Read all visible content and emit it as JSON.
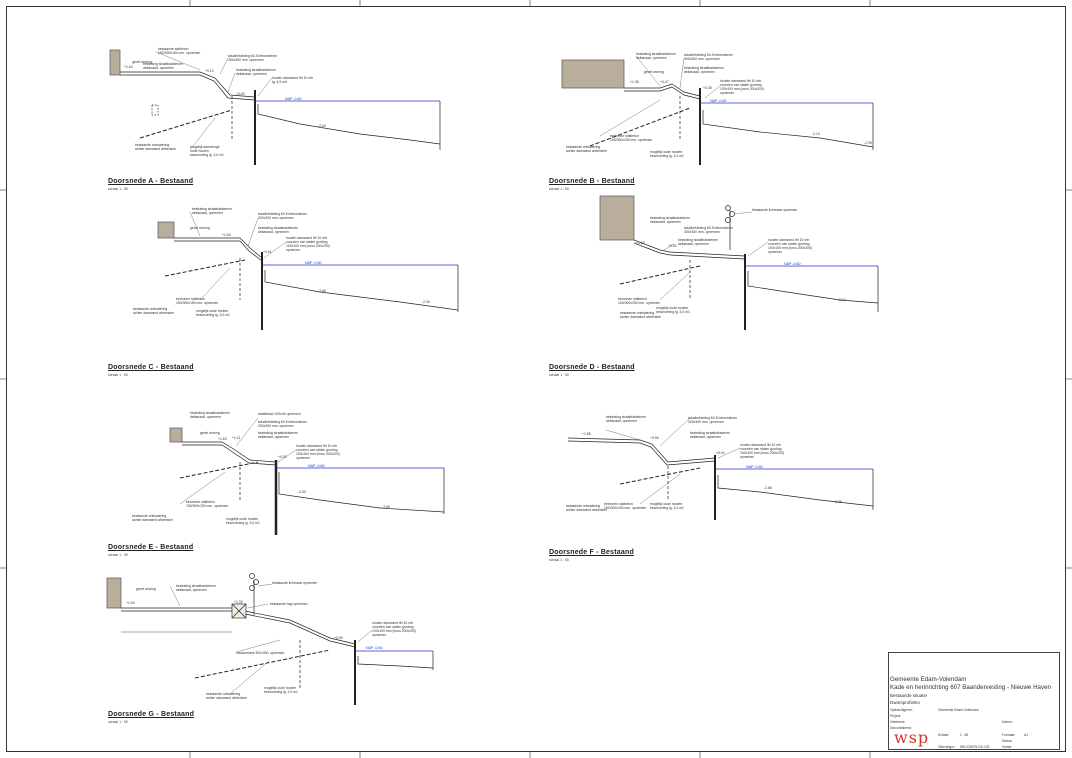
{
  "sections": [
    {
      "id": "A",
      "title": "Doorsnede A - Bestaand",
      "scale": "schaal 1 : 50",
      "labels": [
        "bestaande stalbeton\n150/300x150 mm. opnemen",
        "taludbekleding 60-5 betonstenen\n300x300 mm. opnemen",
        "bestrating straatbakstenen\ndeltanaad, opnemen",
        "bestrating straatbakstenen\ndeltanaad, opnemen",
        "gevel woning",
        "houten damwand lêt 10 mtr\nlg. 4,5 mtr",
        "bestaande ontwatering\nachter damwand afdrenken",
        "mogelijk aanwezige\noude houten\nbeschoeiing lg. 3,0 m1"
      ],
      "levels": [
        "+1.63",
        "+0.10",
        "+0.00",
        "NAP -0.60",
        "-2.60"
      ]
    },
    {
      "id": "B",
      "title": "Doorsnede B - Bestaand",
      "scale": "schaal 1 : 50",
      "labels": [
        "bestrating straatbakstenen\ndeltanaad, opnemen",
        "taludbekleding 60-5 betonstenen\n300x300 mm. opnemen",
        "bestrating straatbakstenen\ndeltanaad, opnemen",
        "gevel woning",
        "houten damwand lêt 10 mtr\nvoorzien van stalen gording\n100x100 mm (ivrus 200x200)\nopnemen",
        "betonnen stalbeton\n150/300x150 mm. opnemen",
        "bestaande ontwatering\nachter damwand afdrenken",
        "mogelijk oude houten\nbeschoeiing lg. 3,0 m1"
      ],
      "levels": [
        "+1.36",
        "+0.47",
        "+0.38",
        "NAP -0.60",
        "-2.13",
        "-2.95"
      ]
    },
    {
      "id": "C",
      "title": "Doorsnede C - Bestaand",
      "scale": "schaal 1 : 50",
      "labels": [
        "bestrating straatbakstenen\ndeltanaad, opnemen",
        "taludbekleding 60-5 betonstenen\n300x300 mm. opnemen",
        "gevel woning",
        "bestrating straatbakstenen\ndeltanaad, opnemen",
        "houten damwand lêt 10 mtr\nvoorzien van stalen gording\n100x100 mm (ivrus 200x200)\nopnemen",
        "betonnen stalbeton\n150/300x150 mm. opnemen",
        "bestaande ontwatering\nachter damwand afdrenken",
        "mogelijk oude houten\nbeschoeiing lg. 3,0 m1"
      ],
      "levels": [
        "+1.63",
        "+0.61",
        "NAP -0.60",
        "-3.85",
        "-2.30"
      ]
    },
    {
      "id": "D",
      "title": "Doorsnede D - Bestaand",
      "scale": "schaal 1 : 50",
      "labels": [
        "bestaande lichtmast opnemen",
        "bestrating straatbakstenen\ndeltanaad, opnemen",
        "taludbekleding 60-5 betonstenen\n300x300 mm. opnemen",
        "bestrating straatbakstenen\ndeltanaad, opnemen",
        "houten damwand lêt 10 mtr\nvoorzien van stalen gording\n100x100 mm (ivrus 200x200)\nopnemen",
        "betonnen stalbeton\n150/300x150 mm. opnemen",
        "bestaande ontwatering\nachter damwand afdrenken",
        "mogelijk oude houten\nbeschoeiing lg. 3,0 m1"
      ],
      "levels": [
        "+1.63",
        "+0.52",
        "NAP -0.60",
        "-2.34"
      ]
    },
    {
      "id": "E",
      "title": "Doorsnede E - Bestaand",
      "scale": "schaal 1 : 50",
      "labels": [
        "bestrating straatbakstenen\ndeltanaad, opnemen",
        "asfaltbaan 100x40 opnemen",
        "taludbekleding 60-5 betonstenen\n300x300 mm. opnemen",
        "bestrating straatbakstenen\ndeltanaad, opnemen",
        "gevel woning",
        "houten damwand lêt 10 mtr\nvoorzien van stalen gording\n100x100 mm (ivrus 200x200)\nopnemen",
        "betonnen stalbeton\n150/300x150 mm. opnemen",
        "bestaande ontwatering\nachter damwand afdrenken",
        "mogelijk oude houten\nbeschoeiing lg. 3,0 m1"
      ],
      "levels": [
        "+1.63",
        "+1.11",
        "+0.00",
        "NAP -0.60",
        "-2.60",
        "-3.80"
      ]
    },
    {
      "id": "F",
      "title": "Doorsnede F - Bestaand",
      "scale": "schaal 1 : 50",
      "labels": [
        "bestrating straatbakstenen\ndeltanaad, opnemen",
        "taludbekleding 60-5 betonstenen\n300x300 mm. opnemen",
        "bestrating straatbakstenen\ndeltanaad, opnemen",
        "houten damwand lêt 10 mtr\nvoorzien van stalen gording\n100x100 mm (ivrus 200x200)\nopnemen",
        "betonnen stalbeton\n150/300x150 mm. opnemen",
        "bestaande ontwatering\nachter damwand afdrenken",
        "mogelijk oude houten\nbeschoeiing lg. 3,0 m1"
      ],
      "levels": [
        "+1.58",
        "+0.96",
        "+0.04",
        "NAP -0.60",
        "-2.86",
        "-3.35"
      ]
    },
    {
      "id": "G",
      "title": "Doorsnede G - Bestaand",
      "scale": "schaal 1 : 50",
      "labels": [
        "gevel woning",
        "bestrating straatbakstenen\ndeltanaad, opnemen",
        "bestaande lichtmast opnemen",
        "bestaande hag opnemen",
        "houten damwand lêt 10 mtr\nvoorzien van stalen gording\n100x100 mm (ivrus 200x200)\nopnemen",
        "zandcement 300x300, opnemen",
        "bestaande ontwatering\nachter damwand afdrenken",
        "mogelijk oude houten\nbeschoeiing lg. 3,0 m1"
      ],
      "levels": [
        "+1.63",
        "+1.30",
        "+0.90",
        "NAP -0.60"
      ]
    }
  ],
  "title_block": {
    "client": "Gemeente Edam-Volendam",
    "project": "Kade en herinrichting 607 Baandervesting - Nieuwe Haven",
    "subtitle": "Bestaande situatie",
    "drawing_name": "Dwarsprofielen",
    "fields": [
      "Opdrachtgever:",
      "Gemeente Edam-Volendam",
      "Project:",
      "Schaal:",
      "1 : 50",
      "Formaat:",
      "A1",
      "Getekend:",
      "Gecontroleerd:",
      "Datum:",
      "Status:",
      "Tekeningnr:",
      "WS.028075-DS-102",
      "Versie:"
    ],
    "logo": "wsp"
  },
  "colors": {
    "water": "#2233cc",
    "wall": "#b9ae9c",
    "line": "#222222"
  }
}
